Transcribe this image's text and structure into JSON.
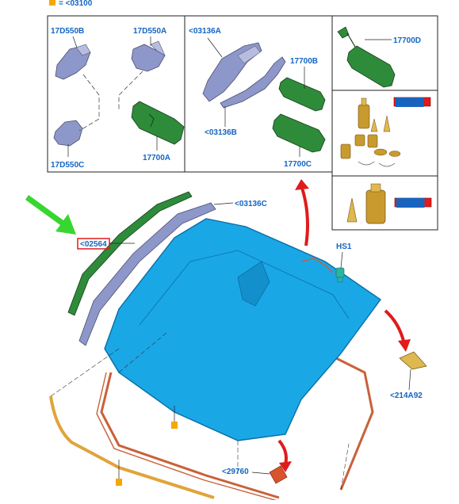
{
  "header": {
    "ref": "= <03100",
    "swatch_color": "#f5a800"
  },
  "colors": {
    "label": "#1565c0",
    "glass": "#1aa7e6",
    "mirror": "#2e8b3a",
    "cover": "#8e97c9",
    "seal": "#e0a43a",
    "molding": "#c8613a",
    "arrow_red": "#e01b1b",
    "arrow_green": "#38d630",
    "highlight_box": "#e01b1b"
  },
  "panels": {
    "mirror_covers": {
      "labels": [
        "17D550B",
        "17D550A",
        "17D550C",
        "17700A"
      ]
    },
    "bracket_covers": {
      "labels": [
        "<03136A",
        "17700B",
        "<03136B",
        "17700C"
      ]
    },
    "mirror_small": {
      "labels": [
        "17700D"
      ]
    },
    "adhesive_kit_1": {
      "labels": [
        "█████"
      ]
    },
    "adhesive_kit_2": {
      "labels": [
        "█████"
      ]
    }
  },
  "main": {
    "labels": {
      "seal_upper": "<02564",
      "cover_top": "<03136C",
      "sensor": "HS1",
      "corner_part": "<214A92",
      "clip": "<29760"
    },
    "markers": [
      "■",
      "■"
    ]
  }
}
